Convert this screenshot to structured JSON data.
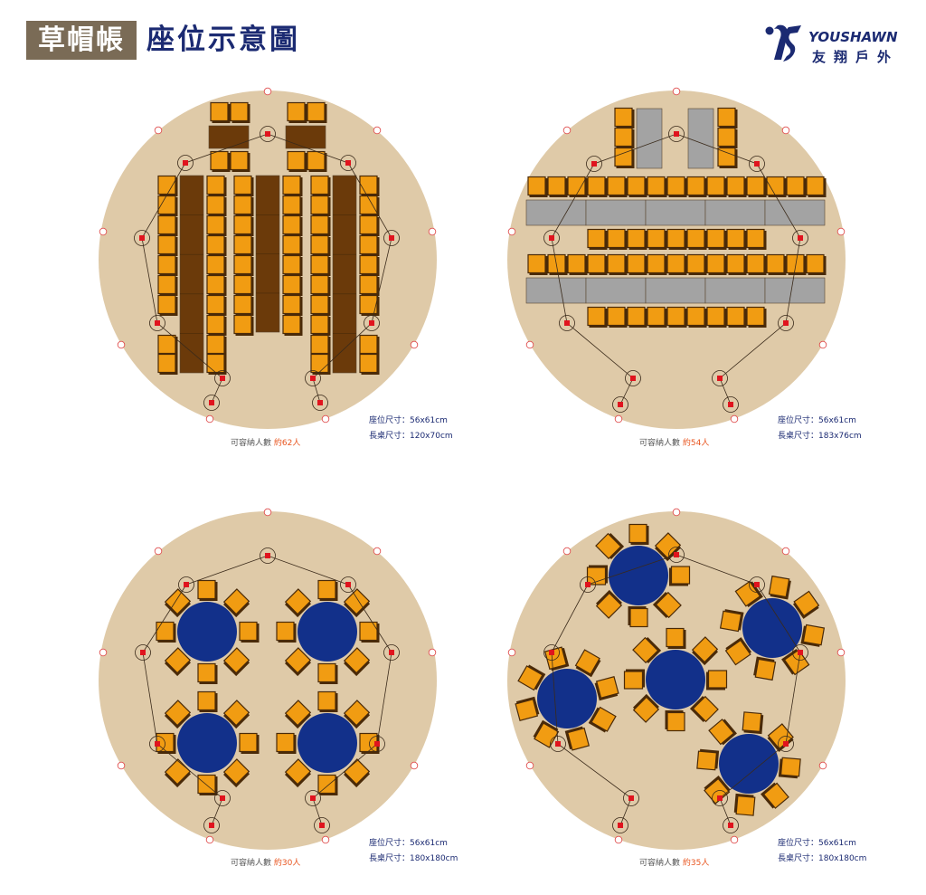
{
  "header": {
    "badge": "草帽帳",
    "title": "座位示意圖"
  },
  "logo": {
    "brand_en": "YOUSHAWN",
    "brand_zh": "友翔戶外"
  },
  "colors": {
    "tent_floor": "#dfcaa8",
    "chair_fill": "#f19c12",
    "chair_border": "#4a2a08",
    "long_table_dark": "#6b3a0a",
    "long_table_gray": "#a3a3a3",
    "round_table": "#12308a",
    "pole_marker": "#e0141e",
    "stake_ring": "#e05050",
    "accent_text": "#e8541e",
    "title_navy": "#1b2a72",
    "badge_bg": "#7a6b56"
  },
  "panels": [
    {
      "id": "panel-1",
      "layout": "classroom-long-tables",
      "capacity_label": "可容納人數",
      "capacity_value": "約62人",
      "seat_size_label": "座位尺寸：56x61cm",
      "table_size_label": "長桌尺寸：120x70cm"
    },
    {
      "id": "panel-2",
      "layout": "banquet-rows",
      "capacity_label": "可容納人數",
      "capacity_value": "約54人",
      "seat_size_label": "座位尺寸：56x61cm",
      "table_size_label": "長桌尺寸：183x76cm"
    },
    {
      "id": "panel-3",
      "layout": "four-round-tables",
      "capacity_label": "可容納人數",
      "capacity_value": "約30人",
      "seat_size_label": "座位尺寸：56x61cm",
      "table_size_label": "長桌尺寸：180x180cm"
    },
    {
      "id": "panel-4",
      "layout": "five-round-tables",
      "capacity_label": "可容納人數",
      "capacity_value": "約35人",
      "seat_size_label": "座位尺寸：56x61cm",
      "table_size_label": "長桌尺寸：180x180cm"
    }
  ]
}
